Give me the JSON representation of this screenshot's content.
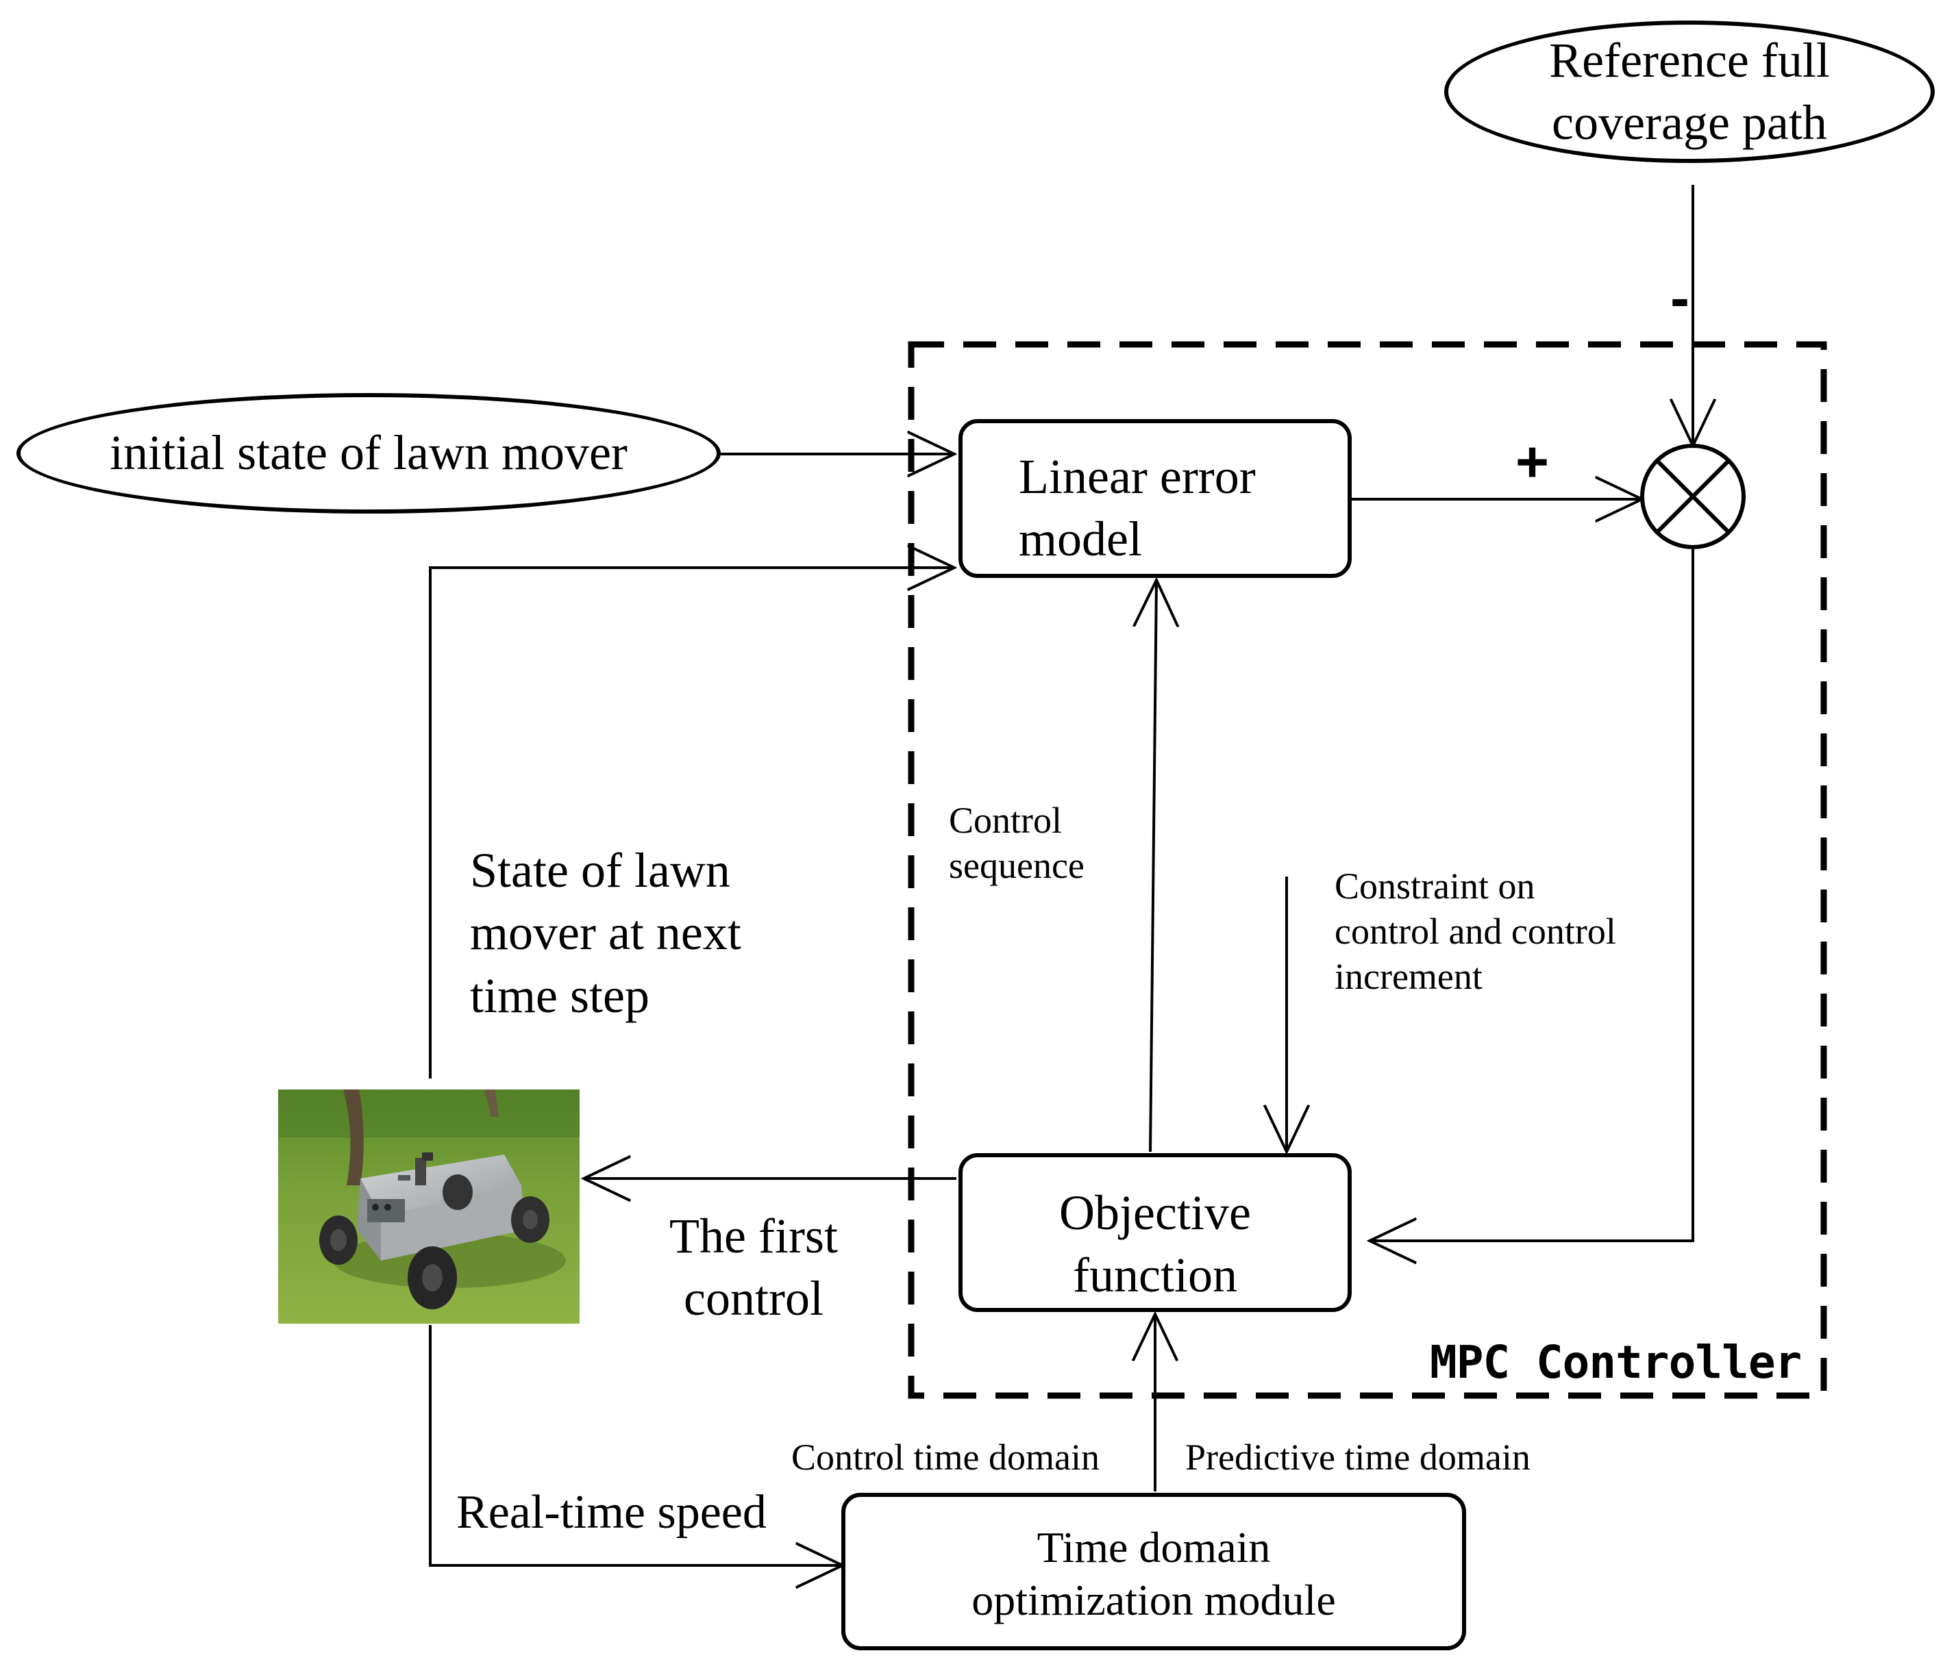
{
  "diagram": {
    "terminals": {
      "reference_path": "Reference full\ncoverage path",
      "initial_state": "initial state of lawn mover"
    },
    "blocks": {
      "linear_error_model": "Linear error\nmodel",
      "objective_function": "Objective\nfunction",
      "time_domain_module": "Time domain\noptimization module"
    },
    "controller_label": "MPC Controller",
    "signs": {
      "plus": "+",
      "minus": "-"
    },
    "edge_labels": {
      "control_sequence": "Control\nsequence",
      "constraint": "Constraint on\ncontrol and control\nincrement",
      "next_state": "State of lawn\nmover at next\ntime step",
      "first_control": "The first\ncontrol",
      "real_time_speed": "Real-time speed",
      "control_time_domain": "Control time domain",
      "predictive_time_domain": "Predictive time domain"
    },
    "colors": {
      "line": "#000000",
      "background": "#ffffff",
      "grass": "#7aa23a",
      "robot_body": "#b9bcbe"
    },
    "icons": {
      "summing_junction": "circle-x-icon",
      "robot": "lawn-mower-robot-photo"
    }
  }
}
